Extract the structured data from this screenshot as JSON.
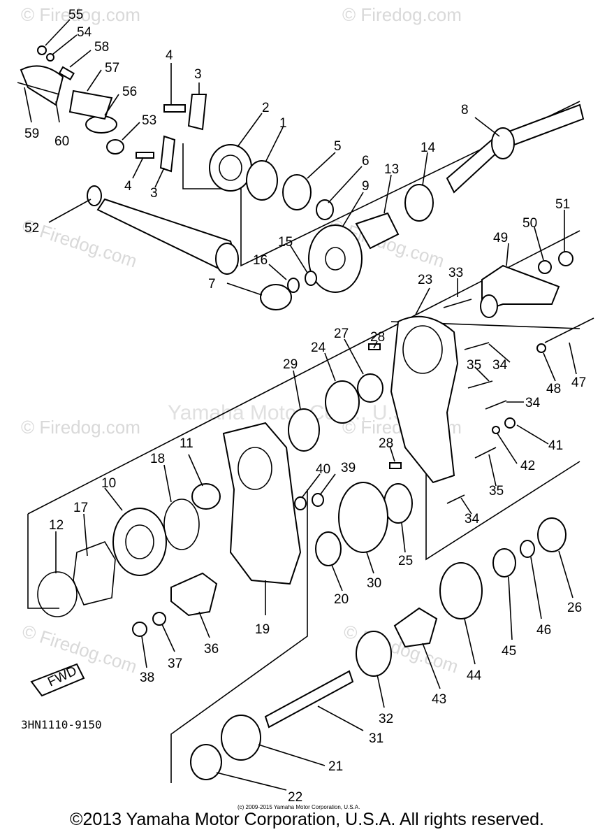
{
  "watermarks": [
    "© Firedog.com",
    "© Firedog.com",
    "© Firedog.com",
    "© Firedog.com",
    "© Firedog.com",
    "© Firedog.com",
    "© Firedog.com",
    "© Firedog.com"
  ],
  "center_watermark": "Yamaha Motor Corp., U.S.A.",
  "reference_code": "3HN1110-9150",
  "fwd_label": "FWD",
  "small_copyright": "(c) 2009-2015 Yamaha Motor Corporation, U.S.A.",
  "footer": "©2013 Yamaha Motor Corporation, U.S.A. All rights reserved.",
  "callouts": [
    "55",
    "54",
    "58",
    "57",
    "56",
    "59",
    "60",
    "53",
    "52",
    "4",
    "3",
    "4",
    "3",
    "2",
    "1",
    "5",
    "6",
    "9",
    "13",
    "14",
    "8",
    "16",
    "15",
    "7",
    "51",
    "50",
    "49",
    "33",
    "23",
    "47",
    "48",
    "28",
    "27",
    "24",
    "29",
    "34",
    "35",
    "34",
    "41",
    "42",
    "35",
    "34",
    "28",
    "40",
    "39",
    "11",
    "18",
    "10",
    "17",
    "12",
    "25",
    "30",
    "20",
    "19",
    "36",
    "37",
    "38",
    "26",
    "46",
    "45",
    "44",
    "43",
    "32",
    "31",
    "21",
    "22"
  ],
  "colors": {
    "ink": "#000000",
    "watermark": "#d9d9d9",
    "background": "#ffffff"
  }
}
